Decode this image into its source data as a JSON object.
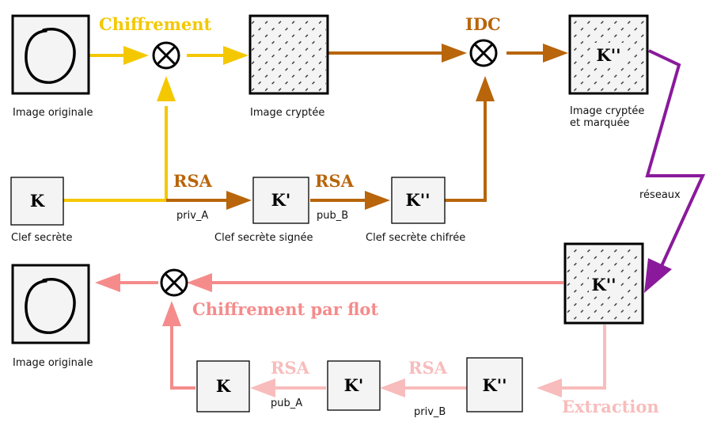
{
  "colors": {
    "yellow": "#f4c800",
    "brown": "#b8650b",
    "purple": "#8a1a9b",
    "salmon": "#f58b8b",
    "pale": "#f8bcbc",
    "box_fill_light": "#f4f4f4"
  },
  "boxes": {
    "key_k": "K",
    "key_k_signed": "K'",
    "key_k_encrypted": "K''",
    "marked_image_key": "K''",
    "received_image_key": "K''",
    "bottom_k_encrypted": "K''",
    "bottom_k_signed": "K'",
    "bottom_k": "K"
  },
  "captions": {
    "original_top": "Image originale",
    "encrypted_image": "Image cryptée",
    "marked_line1": "Image cryptée",
    "marked_line2": "et marquée",
    "secret_key": "Clef secrète",
    "signed_key": "Clef secrète signée",
    "encrypted_key": "Clef secrète chifrée",
    "network": "réseaux",
    "original_bottom": "Image originale"
  },
  "labels": {
    "chiffrement": "Chiffrement",
    "idc": "IDC",
    "rsa_1": "RSA",
    "rsa_2": "RSA",
    "priv_a": "priv_A",
    "pub_b": "pub_B",
    "chiffrement_flot": "Chiffrement par flot",
    "rsa_3": "RSA",
    "rsa_4": "RSA",
    "pub_a": "pub_A",
    "priv_b": "priv_B",
    "extraction": "Extraction"
  }
}
